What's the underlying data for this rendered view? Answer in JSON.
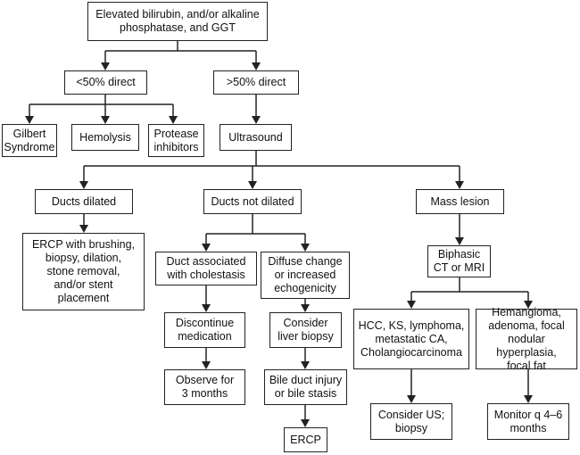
{
  "nodes": {
    "start": "Elevated bilirubin, and/or alkaline\nphosphatase, and GGT",
    "lt50": "<50% direct",
    "gt50": ">50% direct",
    "gilbert": "Gilbert\nSyndrome",
    "hemolysis": "Hemolysis",
    "protease": "Protease\ninhibitors",
    "ultrasound": "Ultrasound",
    "ducts_dilated": "Ducts dilated",
    "ducts_not_dilated": "Ducts not dilated",
    "mass_lesion": "Mass lesion",
    "ercp_brushing": "ERCP with brushing,\nbiopsy, dilation,\nstone removal,\nand/or stent\nplacement",
    "duct_cholestasis": "Duct associated\nwith cholestasis",
    "diffuse_change": "Diffuse change\nor increased\nechogenicity",
    "biphasic": "Biphasic\nCT or MRI",
    "discontinue": "Discontinue\nmedication",
    "liver_biopsy": "Consider\nliver biopsy",
    "hcc": "HCC, KS, lymphoma,\nmetastatic CA,\nCholangiocarcinoma",
    "hemangioma": "Hemangioma,\nadenoma, focal\nnodular hyperplasia,\nfocal fat",
    "observe": "Observe for\n3 months",
    "bile_duct": "Bile duct injury\nor bile stasis",
    "ercp": "ERCP",
    "consider_us": "Consider US;\nbiopsy",
    "monitor": "Monitor q 4–6\nmonths"
  }
}
